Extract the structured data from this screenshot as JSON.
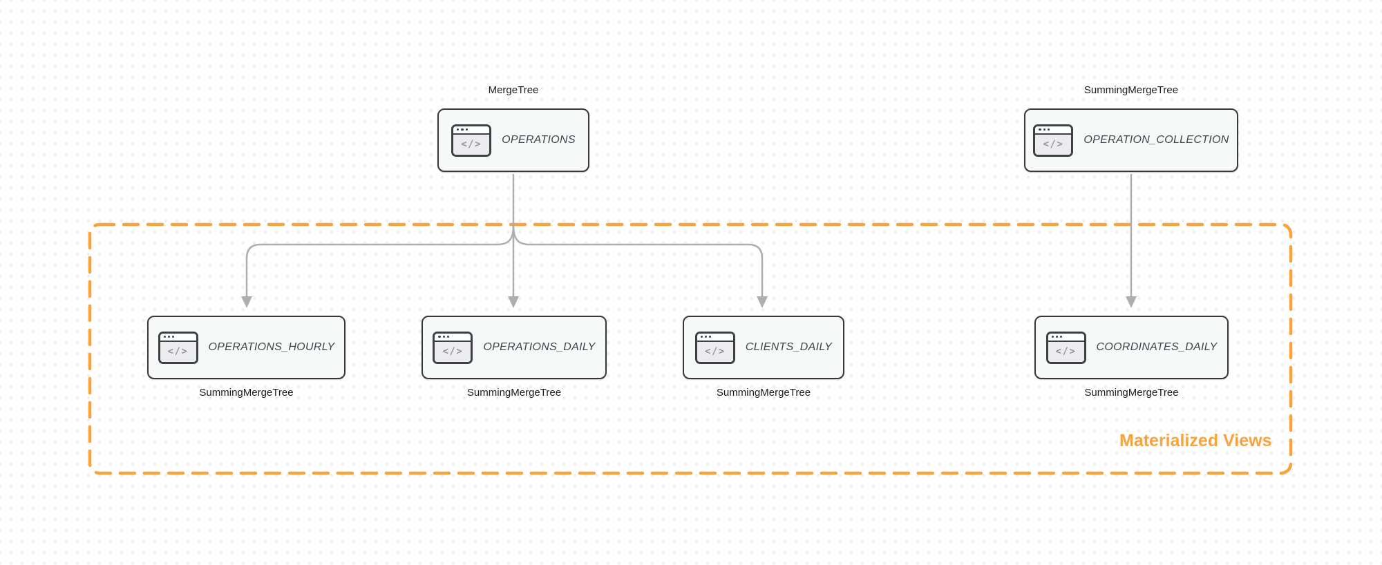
{
  "diagram": {
    "type": "database-schema-flow",
    "group": {
      "label": "Materialized Views",
      "border_style": "dashed",
      "color": "#f9a33c"
    },
    "icons": {
      "code_window_glyph": "</>"
    },
    "colors": {
      "accent_orange": "#f9a33c",
      "node_border": "#35393d",
      "node_fill": "#f7f8f8",
      "edge_gray": "#acafb1",
      "label_dark": "#3f444a"
    },
    "nodes": [
      {
        "id": "operations",
        "label": "OPERATIONS",
        "engine": "MergeTree",
        "engine_position": "top",
        "in_group": false
      },
      {
        "id": "operation_collection",
        "label": "OPERATION_COLLECTION",
        "engine": "SummingMergeTree",
        "engine_position": "top",
        "in_group": false
      },
      {
        "id": "operations_hourly",
        "label": "OPERATIONS_HOURLY",
        "engine": "SummingMergeTree",
        "engine_position": "bottom",
        "in_group": true
      },
      {
        "id": "operations_daily",
        "label": "OPERATIONS_DAILY",
        "engine": "SummingMergeTree",
        "engine_position": "bottom",
        "in_group": true
      },
      {
        "id": "clients_daily",
        "label": "CLIENTS_DAILY",
        "engine": "SummingMergeTree",
        "engine_position": "bottom",
        "in_group": true
      },
      {
        "id": "coordinates_daily",
        "label": "COORDINATES_DAILY",
        "engine": "SummingMergeTree",
        "engine_position": "bottom",
        "in_group": true
      }
    ],
    "edges": [
      {
        "from": "operations",
        "to": "operations_hourly"
      },
      {
        "from": "operations",
        "to": "operations_daily"
      },
      {
        "from": "operations",
        "to": "clients_daily"
      },
      {
        "from": "operation_collection",
        "to": "coordinates_daily"
      }
    ]
  }
}
